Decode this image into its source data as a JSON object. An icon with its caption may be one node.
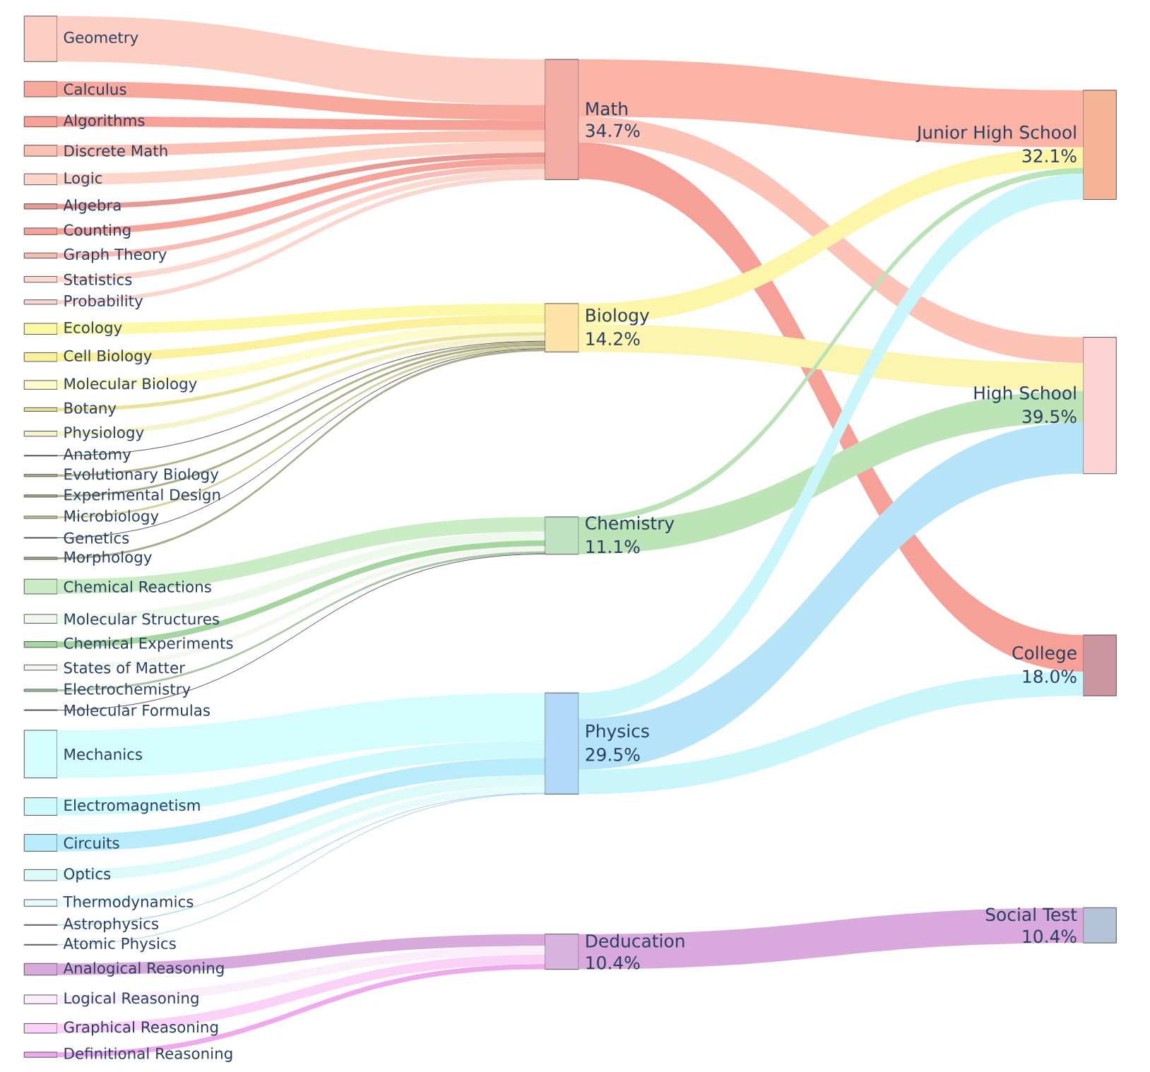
{
  "diagram": {
    "nodes": [
      {
        "text": [
          "Geometry"
        ]
      },
      {
        "text": [
          "Calculus"
        ]
      },
      {
        "text": [
          "Algorithms"
        ]
      },
      {
        "text": [
          "Discrete Math"
        ]
      },
      {
        "text": [
          "Logic"
        ]
      },
      {
        "text": [
          "Algebra"
        ]
      },
      {
        "text": [
          "Counting"
        ]
      },
      {
        "text": [
          "Graph Theory"
        ]
      },
      {
        "text": [
          "Statistics"
        ]
      },
      {
        "text": [
          "Probability"
        ]
      },
      {
        "text": [
          "Ecology"
        ]
      },
      {
        "text": [
          "Cell Biology"
        ]
      },
      {
        "text": [
          "Molecular Biology"
        ]
      },
      {
        "text": [
          "Botany"
        ]
      },
      {
        "text": [
          "Physiology"
        ]
      },
      {
        "text": [
          "Anatomy"
        ]
      },
      {
        "text": [
          "Evolutionary Biology"
        ]
      },
      {
        "text": [
          "Experimental Design"
        ]
      },
      {
        "text": [
          "Microbiology"
        ]
      },
      {
        "text": [
          "Genetics"
        ]
      },
      {
        "text": [
          "Morphology"
        ]
      },
      {
        "text": [
          "Chemical Reactions"
        ]
      },
      {
        "text": [
          "Molecular Structures"
        ]
      },
      {
        "text": [
          "Chemical Experiments"
        ]
      },
      {
        "text": [
          "States of Matter"
        ]
      },
      {
        "text": [
          "Electrochemistry"
        ]
      },
      {
        "text": [
          "Molecular Formulas"
        ]
      },
      {
        "text": [
          "Mechanics"
        ]
      },
      {
        "text": [
          "Electromagnetism"
        ]
      },
      {
        "text": [
          "Circuits"
        ]
      },
      {
        "text": [
          "Optics"
        ]
      },
      {
        "text": [
          "Thermodynamics"
        ]
      },
      {
        "text": [
          "Astrophysics"
        ]
      },
      {
        "text": [
          "Atomic Physics"
        ]
      },
      {
        "text": [
          "Analogical Reasoning"
        ]
      },
      {
        "text": [
          "Logical Reasoning"
        ]
      },
      {
        "text": [
          "Graphical Reasoning"
        ]
      },
      {
        "text": [
          "Definitional Reasoning"
        ]
      },
      {
        "text": [
          "Math",
          "34.7%"
        ]
      },
      {
        "text": [
          "Biology",
          "14.2%"
        ]
      },
      {
        "text": [
          "Chemistry",
          "11.1%"
        ]
      },
      {
        "text": [
          "Physics",
          "29.5%"
        ]
      },
      {
        "text": [
          "Deducation",
          "10.4%"
        ]
      },
      {
        "text": [
          "Junior High School",
          "32.1%"
        ]
      },
      {
        "text": [
          "High School",
          "39.5%"
        ]
      },
      {
        "text": [
          "College",
          "18.0%"
        ]
      },
      {
        "text": [
          "Social Test",
          "10.4%"
        ]
      }
    ],
    "edges": [
      {
        "from": 0,
        "to": 38,
        "arrow": "none",
        "color": "#fdcfc4"
      },
      {
        "from": 1,
        "to": 38,
        "arrow": "none",
        "color": "#f9a99c"
      },
      {
        "from": 2,
        "to": 38,
        "arrow": "none",
        "color": "#f7a097"
      },
      {
        "from": 3,
        "to": 38,
        "arrow": "none",
        "color": "#fcc0b3"
      },
      {
        "from": 4,
        "to": 38,
        "arrow": "none",
        "color": "#fdd5c9"
      },
      {
        "from": 5,
        "to": 38,
        "arrow": "none",
        "color": "#e69a93"
      },
      {
        "from": 6,
        "to": 38,
        "arrow": "none",
        "color": "#f6a49a"
      },
      {
        "from": 7,
        "to": 38,
        "arrow": "none",
        "color": "#f7bdb4"
      },
      {
        "from": 8,
        "to": 38,
        "arrow": "none",
        "color": "#fcd8cf"
      },
      {
        "from": 9,
        "to": 38,
        "arrow": "none",
        "color": "#fbd6cf"
      },
      {
        "from": 10,
        "to": 39,
        "arrow": "none",
        "color": "#fcf9a6"
      },
      {
        "from": 11,
        "to": 39,
        "arrow": "none",
        "color": "#fbf19a"
      },
      {
        "from": 12,
        "to": 39,
        "arrow": "none",
        "color": "#fdfbc9"
      },
      {
        "from": 13,
        "to": 39,
        "arrow": "none",
        "color": "#e8e29a"
      },
      {
        "from": 14,
        "to": 39,
        "arrow": "none",
        "color": "#f6f3cc"
      },
      {
        "from": 15,
        "to": 39,
        "arrow": "none",
        "color": "#555555"
      },
      {
        "from": 16,
        "to": 39,
        "arrow": "none",
        "color": "#b5b48a"
      },
      {
        "from": 17,
        "to": 39,
        "arrow": "none",
        "color": "#a9ad88"
      },
      {
        "from": 18,
        "to": 39,
        "arrow": "none",
        "color": "#d2d09a"
      },
      {
        "from": 19,
        "to": 39,
        "arrow": "none",
        "color": "#555555"
      },
      {
        "from": 20,
        "to": 39,
        "arrow": "none",
        "color": "#aaa98c"
      },
      {
        "from": 21,
        "to": 40,
        "arrow": "none",
        "color": "#c9ecc4"
      },
      {
        "from": 22,
        "to": 40,
        "arrow": "none",
        "color": "#eef8ec"
      },
      {
        "from": 23,
        "to": 40,
        "arrow": "none",
        "color": "#a6d6a0"
      },
      {
        "from": 24,
        "to": 40,
        "arrow": "none",
        "color": "#f2f8f0"
      },
      {
        "from": 25,
        "to": 40,
        "arrow": "none",
        "color": "#a9c5a7"
      },
      {
        "from": 26,
        "to": 40,
        "arrow": "none",
        "color": "#555555"
      },
      {
        "from": 27,
        "to": 41,
        "arrow": "none",
        "color": "#d6fdfd"
      },
      {
        "from": 28,
        "to": 41,
        "arrow": "none",
        "color": "#cffafd"
      },
      {
        "from": 29,
        "to": 41,
        "arrow": "none",
        "color": "#b8ecfb"
      },
      {
        "from": 30,
        "to": 41,
        "arrow": "none",
        "color": "#dcfafa"
      },
      {
        "from": 31,
        "to": 41,
        "arrow": "none",
        "color": "#e6fbfb"
      },
      {
        "from": 32,
        "to": 41,
        "arrow": "none",
        "color": "#9fcff5"
      },
      {
        "from": 33,
        "to": 41,
        "arrow": "none",
        "color": "#a6cff0"
      },
      {
        "from": 34,
        "to": 42,
        "arrow": "none",
        "color": "#d7a9dc"
      },
      {
        "from": 35,
        "to": 42,
        "arrow": "none",
        "color": "#fbeefb"
      },
      {
        "from": 36,
        "to": 42,
        "arrow": "none",
        "color": "#fbd2f7"
      },
      {
        "from": 37,
        "to": 42,
        "arrow": "none",
        "color": "#efaaed"
      },
      {
        "from": 38,
        "to": 43,
        "arrow": "none",
        "color": "#fbb3a6"
      },
      {
        "from": 38,
        "to": 44,
        "arrow": "none",
        "color": "#fcc3b6"
      },
      {
        "from": 38,
        "to": 45,
        "arrow": "none",
        "color": "#f7a097"
      },
      {
        "from": 39,
        "to": 43,
        "arrow": "none",
        "color": "#fdf6a8"
      },
      {
        "from": 39,
        "to": 44,
        "arrow": "none",
        "color": "#fbf5b0"
      },
      {
        "from": 40,
        "to": 43,
        "arrow": "none",
        "color": "#b9e3b4"
      },
      {
        "from": 40,
        "to": 44,
        "arrow": "none",
        "color": "#bde4b6"
      },
      {
        "from": 41,
        "to": 43,
        "arrow": "none",
        "color": "#c9f6fb"
      },
      {
        "from": 41,
        "to": 44,
        "arrow": "none",
        "color": "#b5e4f8"
      },
      {
        "from": 41,
        "to": 45,
        "arrow": "none",
        "color": "#c8f6fb"
      },
      {
        "from": 42,
        "to": 46,
        "arrow": "none",
        "color": "#d9a9de"
      }
    ]
  }
}
